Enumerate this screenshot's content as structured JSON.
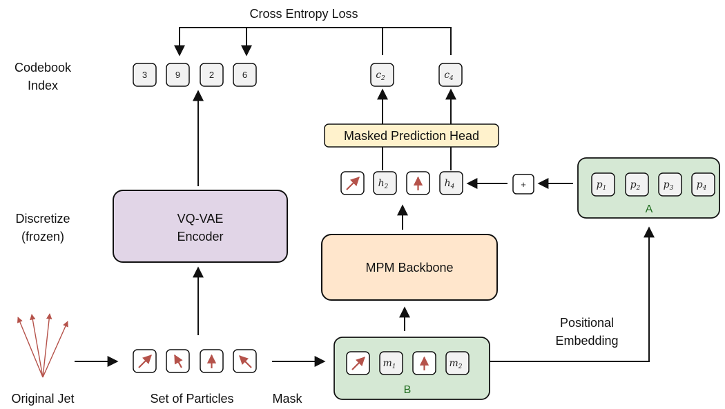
{
  "labels": {
    "loss": "Cross Entropy Loss",
    "codebook_line1": "Codebook",
    "codebook_line2": "Index",
    "discretize_line1": "Discretize",
    "discretize_line2": "(frozen)",
    "original_jet": "Original Jet",
    "set_of_particles": "Set of Particles",
    "mask": "Mask",
    "positional_line1": "Positional",
    "positional_line2": "Embedding"
  },
  "codebook_indices": [
    "3",
    "9",
    "2",
    "6"
  ],
  "predictions": [
    {
      "base": "c",
      "sub": "2"
    },
    {
      "base": "c",
      "sub": "4"
    }
  ],
  "blocks": {
    "vqvae_line1": "VQ-VAE",
    "vqvae_line2": "Encoder",
    "backbone": "MPM Backbone",
    "prediction_head": "Masked Prediction Head"
  },
  "hidden_tokens": [
    {
      "type": "arrow"
    },
    {
      "type": "math",
      "base": "h",
      "sub": "2"
    },
    {
      "type": "arrow"
    },
    {
      "type": "math",
      "base": "h",
      "sub": "4"
    }
  ],
  "plus_symbol": "+",
  "group_A": {
    "label": "A",
    "tokens": [
      {
        "base": "p",
        "sub": "1"
      },
      {
        "base": "p",
        "sub": "2"
      },
      {
        "base": "p",
        "sub": "3"
      },
      {
        "base": "p",
        "sub": "4"
      }
    ]
  },
  "group_B": {
    "label": "B",
    "tokens": [
      {
        "type": "arrow"
      },
      {
        "type": "math",
        "base": "m",
        "sub": "1"
      },
      {
        "type": "arrow"
      },
      {
        "type": "math",
        "base": "m",
        "sub": "2"
      }
    ]
  },
  "colors": {
    "particle_red": "#b5524a",
    "token_fill": "#f2f2f2",
    "group_green": "#d5e8d4",
    "vqvae_purple": "#e1d5e7",
    "backbone_orange": "#ffe6cc",
    "head_yellow": "#fff2cc"
  }
}
